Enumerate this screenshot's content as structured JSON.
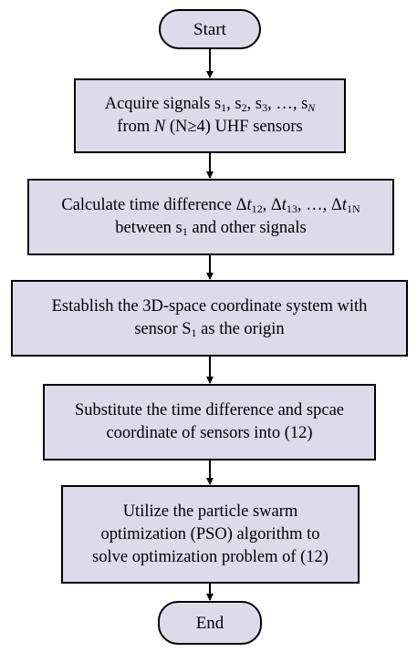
{
  "colors": {
    "box_fill": "#dddbea",
    "stroke": "#000000",
    "arrow": "#000000"
  },
  "nodes": [
    {
      "id": "start",
      "shape": "terminal",
      "lines": [
        [
          {
            "t": "Start"
          }
        ]
      ]
    },
    {
      "id": "acquire-signals",
      "shape": "process",
      "lines": [
        [
          {
            "t": "Acquire signals s"
          },
          {
            "t": "1",
            "sub": true
          },
          {
            "t": ", s"
          },
          {
            "t": "2",
            "sub": true
          },
          {
            "t": ", s"
          },
          {
            "t": "3",
            "sub": true
          },
          {
            "t": ", …, s"
          },
          {
            "t": "N",
            "sub": true,
            "italic": true
          }
        ],
        [
          {
            "t": "from "
          },
          {
            "t": "N",
            "italic": true
          },
          {
            "t": " (N≥4) UHF sensors"
          }
        ]
      ]
    },
    {
      "id": "calculate-time-difference",
      "shape": "process",
      "lines": [
        [
          {
            "t": "Calculate time difference Δ"
          },
          {
            "t": "t",
            "italic": true
          },
          {
            "t": "12",
            "sub": true
          },
          {
            "t": ", Δ"
          },
          {
            "t": "t",
            "italic": true
          },
          {
            "t": "13",
            "sub": true
          },
          {
            "t": ", …, Δ"
          },
          {
            "t": "t",
            "italic": true
          },
          {
            "t": "1N",
            "sub": true
          }
        ],
        [
          {
            "t": "between s"
          },
          {
            "t": "1",
            "sub": true
          },
          {
            "t": " and other signals"
          }
        ]
      ]
    },
    {
      "id": "establish-coordinate-system",
      "shape": "process",
      "lines": [
        [
          {
            "t": "Establish the 3D-space coordinate system with"
          }
        ],
        [
          {
            "t": "sensor S"
          },
          {
            "t": "1",
            "sub": true
          },
          {
            "t": " as the origin"
          }
        ]
      ]
    },
    {
      "id": "substitute-time-difference",
      "shape": "process",
      "lines": [
        [
          {
            "t": "Substitute the time difference and  spcae"
          }
        ],
        [
          {
            "t": "coordinate of sensors into (12)"
          }
        ]
      ]
    },
    {
      "id": "utilize-pso",
      "shape": "process",
      "lines": [
        [
          {
            "t": "Utilize the particle swarm"
          }
        ],
        [
          {
            "t": "optimization (PSO) algorithm to"
          }
        ],
        [
          {
            "t": "solve optimization problem of (12)"
          }
        ]
      ]
    },
    {
      "id": "end",
      "shape": "terminal",
      "lines": [
        [
          {
            "t": "End"
          }
        ]
      ]
    }
  ]
}
